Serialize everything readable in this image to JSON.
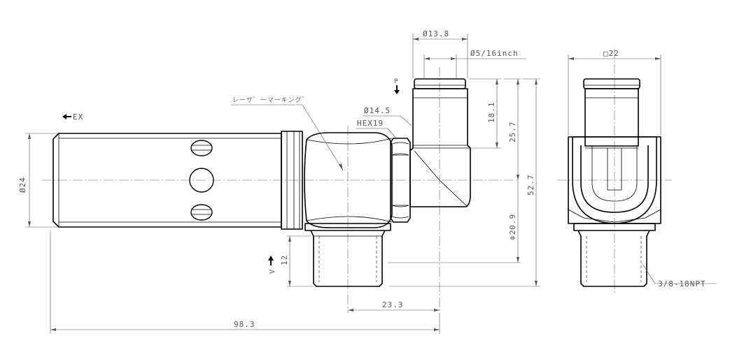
{
  "dimensions": {
    "d_13_8": "Ø13.8",
    "d_5_16inch": "Ø5/16inch",
    "sq_22": "□22",
    "d_14_5": "Ø14.5",
    "hex_19": "HEX19",
    "d_24": "Ø24",
    "len_18_1": "18.1",
    "len_25_7": "25.7",
    "len_52_7": "52.7",
    "len_20_9": "≑20.9",
    "len_12": "12",
    "len_23_3": "23.3",
    "len_98_3": "98.3",
    "thread": "3/8-18NPT"
  },
  "annotations": {
    "laser_marking": "レーザ゛ーマーキング゛",
    "port_p": "P",
    "port_ex": "EX",
    "port_v": "V"
  }
}
